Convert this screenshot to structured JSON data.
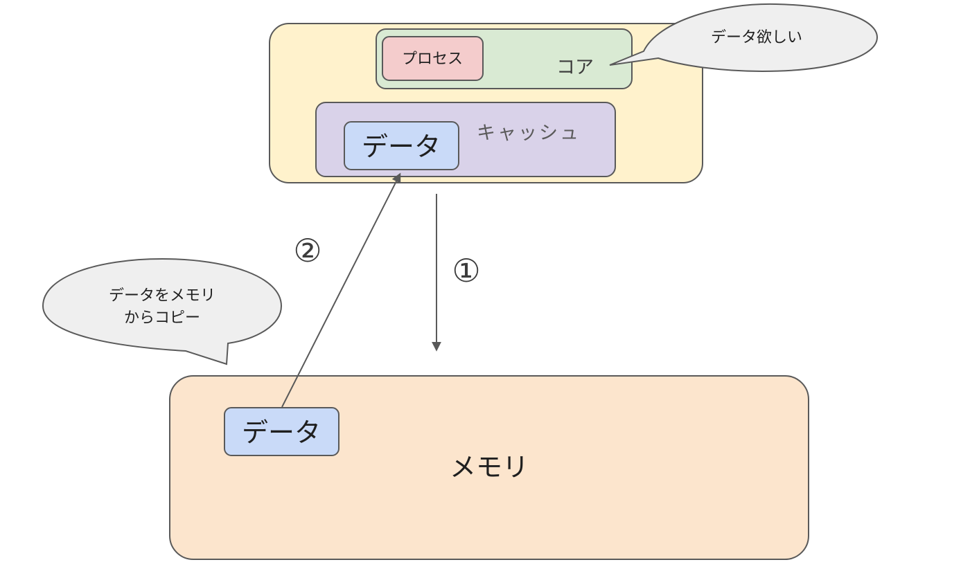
{
  "cpu_box": {
    "fill": "#fff2cc"
  },
  "core": {
    "label": "コア",
    "fill": "#d9ead3"
  },
  "process": {
    "label": "プロセス",
    "fill": "#f4cccc"
  },
  "cache": {
    "label": "キャッシュ",
    "fill": "#d9d2e9",
    "data_label": "データ"
  },
  "memory": {
    "label": "メモリ",
    "fill": "#fce5cd",
    "data_label": "データ"
  },
  "data_fill": "#c9daf8",
  "bubble_fill": "#efefef",
  "stroke_color": "#595959",
  "callouts": {
    "core_wants": "データ欲しい",
    "copy_line1": "データをメモリ",
    "copy_line2": "からコピー"
  },
  "steps": {
    "step1": "①",
    "step2": "②"
  }
}
